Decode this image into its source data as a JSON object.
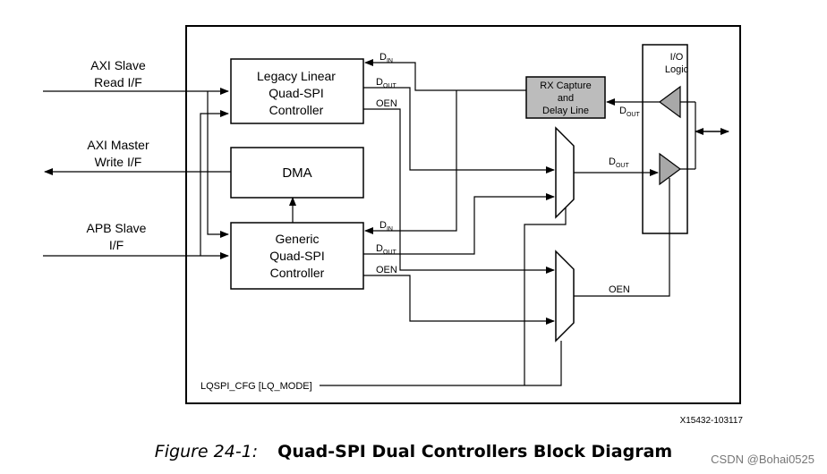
{
  "inputs": {
    "axi_slave": [
      "AXI Slave",
      "Read I/F"
    ],
    "axi_master": [
      "AXI Master",
      "Write I/F"
    ],
    "apb_slave": [
      "APB Slave",
      "I/F"
    ]
  },
  "blocks": {
    "legacy": [
      "Legacy Linear",
      "Quad-SPI",
      "Controller"
    ],
    "dma": "DMA",
    "generic": [
      "Generic",
      "Quad-SPI",
      "Controller"
    ],
    "rx_capture": [
      "RX Capture",
      "and",
      "Delay Line"
    ],
    "io_logic": [
      "I/O",
      "Logic"
    ]
  },
  "signals": {
    "d_main": "D",
    "sub_in": "IN",
    "sub_out": "OUT",
    "oen": "OEN",
    "lqspi_cfg": "LQSPI_CFG [LQ_MODE]"
  },
  "figure_id": "X15432-103117",
  "caption": {
    "number": "Figure 24-1:",
    "title": "Quad-SPI Dual Controllers Block Diagram"
  },
  "watermark": "CSDN @Bohai0525"
}
